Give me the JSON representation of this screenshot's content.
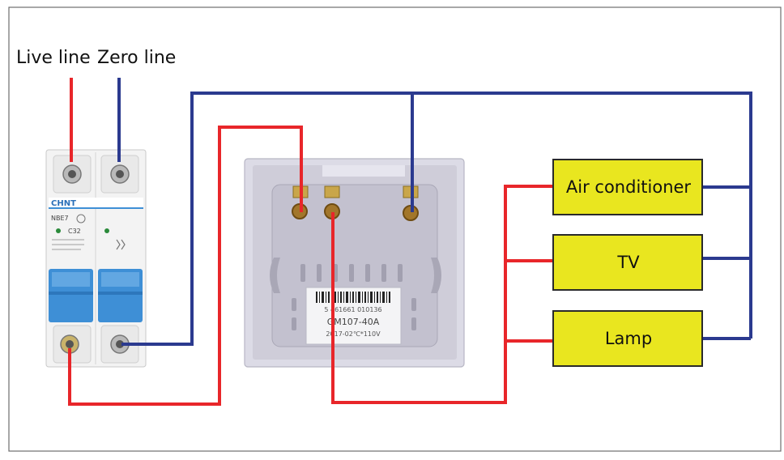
{
  "labels": {
    "live_line": "Live line",
    "zero_line": "Zero line"
  },
  "breaker": {
    "brand": "CHNT",
    "model": "NBE7",
    "rating": "C32"
  },
  "switch": {
    "model": "GM107-40A",
    "spec": "2017-02℃*110V",
    "barcode_number": "5 461661 010136"
  },
  "loads": [
    {
      "label": "Air conditioner"
    },
    {
      "label": "TV"
    },
    {
      "label": "Lamp"
    }
  ],
  "colors": {
    "live_wire": "#e8262a",
    "neutral_wire": "#2b3a8f",
    "load_box": "#e9e61f",
    "breaker_lever": "#3e8fd6"
  }
}
